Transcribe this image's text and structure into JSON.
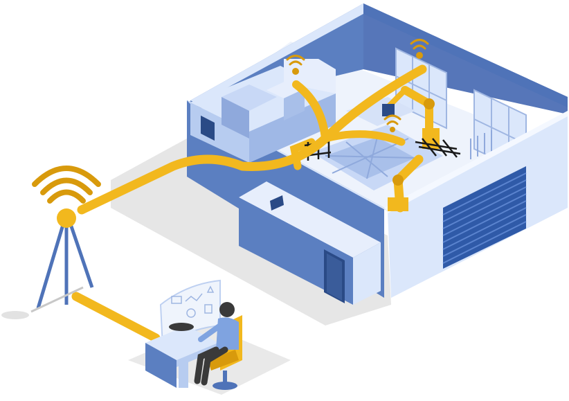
{
  "scene": {
    "description_visible_text": [],
    "colors": {
      "wall_light": "#dbe7fb",
      "wall_mid": "#b7ccf0",
      "wall_dark": "#4f73b8",
      "wall_shadow": "#5b7fc1",
      "floor": "#eef3fc",
      "ground_shadow": "#e6e6e6",
      "accent_yellow": "#f2b81e",
      "accent_yellow_dark": "#d89a0c",
      "navy": "#2a4a86",
      "skin": "#3a3a3a"
    },
    "icons": [
      "factory-building",
      "robot-arm",
      "wifi-signal",
      "antenna-tower",
      "operator-desk",
      "holographic-screen",
      "garage-shutter"
    ]
  }
}
